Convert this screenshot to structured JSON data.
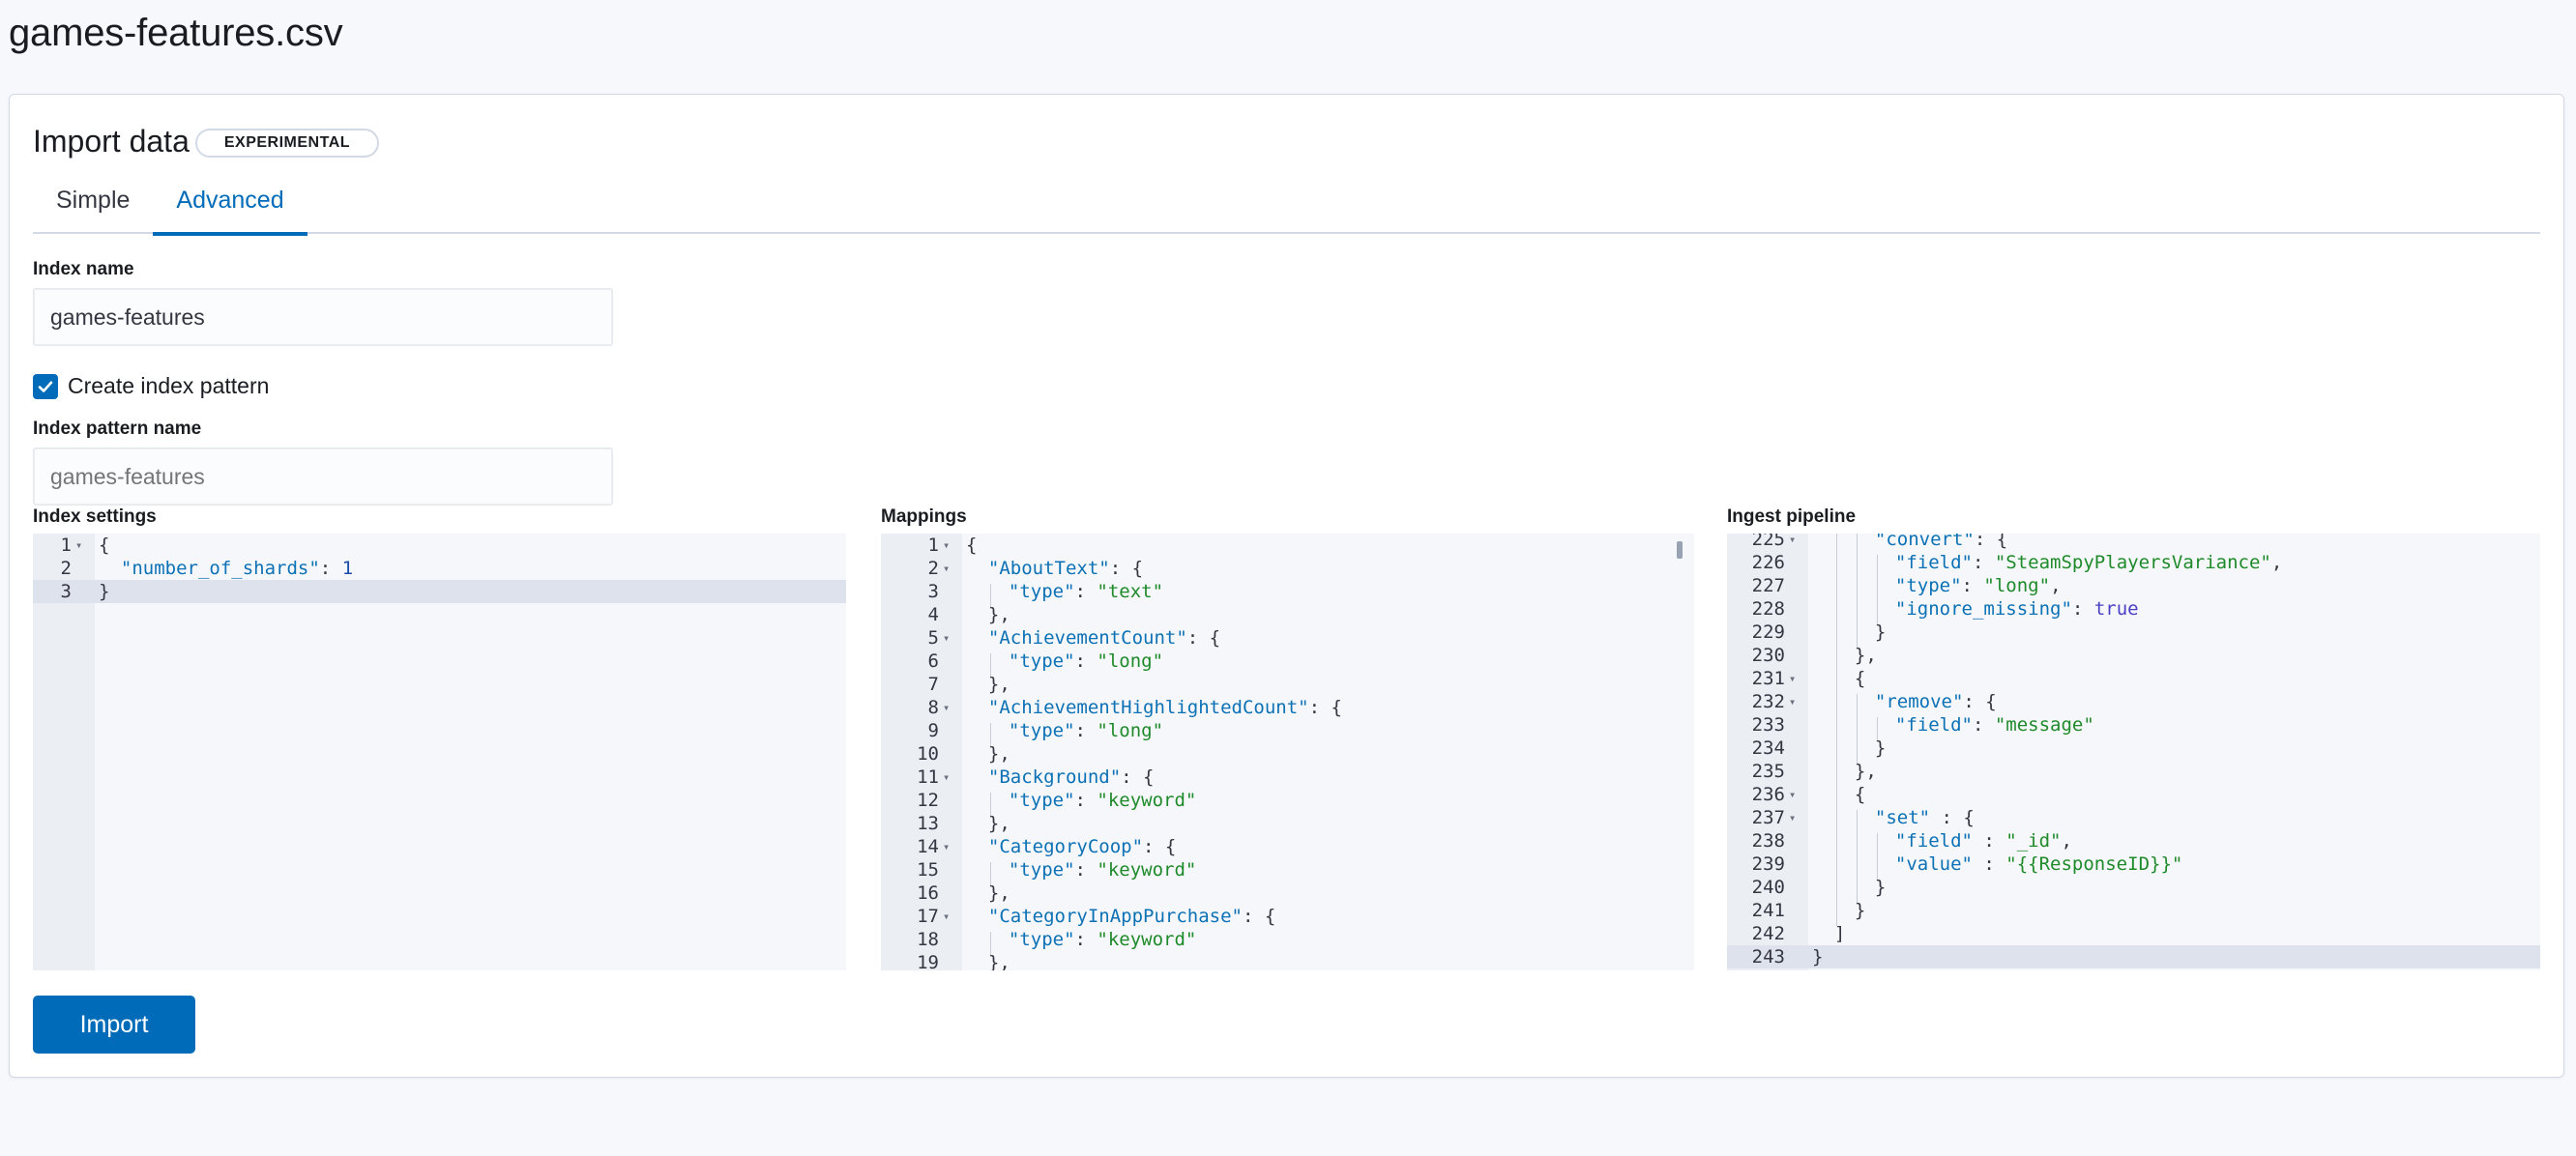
{
  "page": {
    "title": "games-features.csv"
  },
  "import": {
    "heading": "Import data",
    "badge": "EXPERIMENTAL",
    "tabs": [
      {
        "label": "Simple",
        "active": false
      },
      {
        "label": "Advanced",
        "active": true
      }
    ],
    "index_name": {
      "label": "Index name",
      "value": "games-features"
    },
    "create_index_pattern": {
      "label": "Create index pattern",
      "checked": true
    },
    "index_pattern_name": {
      "label": "Index pattern name",
      "placeholder": "games-features"
    },
    "button_label": "Import"
  },
  "editors": [
    {
      "label": "Index settings",
      "active_line": 3,
      "lines": [
        {
          "n": "1",
          "fold": true,
          "text": "{"
        },
        {
          "n": "2",
          "fold": false,
          "text": "  \"number_of_shards\": 1"
        },
        {
          "n": "3",
          "fold": false,
          "text": "}"
        }
      ]
    },
    {
      "label": "Mappings",
      "active_line": null,
      "lines": [
        {
          "n": "1",
          "fold": true,
          "text": "{"
        },
        {
          "n": "2",
          "fold": true,
          "text": "  \"AboutText\": {"
        },
        {
          "n": "3",
          "fold": false,
          "text": "  | \"type\": \"text\""
        },
        {
          "n": "4",
          "fold": false,
          "text": "  },"
        },
        {
          "n": "5",
          "fold": true,
          "text": "  \"AchievementCount\": {"
        },
        {
          "n": "6",
          "fold": false,
          "text": "  | \"type\": \"long\""
        },
        {
          "n": "7",
          "fold": false,
          "text": "  },"
        },
        {
          "n": "8",
          "fold": true,
          "text": "  \"AchievementHighlightedCount\": {"
        },
        {
          "n": "9",
          "fold": false,
          "text": "  | \"type\": \"long\""
        },
        {
          "n": "10",
          "fold": false,
          "text": "  },"
        },
        {
          "n": "11",
          "fold": true,
          "text": "  \"Background\": {"
        },
        {
          "n": "12",
          "fold": false,
          "text": "  | \"type\": \"keyword\""
        },
        {
          "n": "13",
          "fold": false,
          "text": "  },"
        },
        {
          "n": "14",
          "fold": true,
          "text": "  \"CategoryCoop\": {"
        },
        {
          "n": "15",
          "fold": false,
          "text": "  | \"type\": \"keyword\""
        },
        {
          "n": "16",
          "fold": false,
          "text": "  },"
        },
        {
          "n": "17",
          "fold": true,
          "text": "  \"CategoryInAppPurchase\": {"
        },
        {
          "n": "18",
          "fold": false,
          "text": "  | \"type\": \"keyword\""
        },
        {
          "n": "19",
          "fold": false,
          "text": "  },"
        }
      ]
    },
    {
      "label": "Ingest pipeline",
      "active_line": 243,
      "lines": [
        {
          "n": "225",
          "fold": true,
          "text": "  | | \"convert\": {"
        },
        {
          "n": "226",
          "fold": false,
          "text": "  | | | \"field\": \"SteamSpyPlayersVariance\","
        },
        {
          "n": "227",
          "fold": false,
          "text": "  | | | \"type\": \"long\","
        },
        {
          "n": "228",
          "fold": false,
          "text": "  | | | \"ignore_missing\": true"
        },
        {
          "n": "229",
          "fold": false,
          "text": "  | | }"
        },
        {
          "n": "230",
          "fold": false,
          "text": "  | },"
        },
        {
          "n": "231",
          "fold": true,
          "text": "  | {"
        },
        {
          "n": "232",
          "fold": true,
          "text": "  | | \"remove\": {"
        },
        {
          "n": "233",
          "fold": false,
          "text": "  | | | \"field\": \"message\""
        },
        {
          "n": "234",
          "fold": false,
          "text": "  | | }"
        },
        {
          "n": "235",
          "fold": false,
          "text": "  | },"
        },
        {
          "n": "236",
          "fold": true,
          "text": "  | {"
        },
        {
          "n": "237",
          "fold": true,
          "text": "  | | \"set\" : {"
        },
        {
          "n": "238",
          "fold": false,
          "text": "  | | | \"field\" : \"_id\","
        },
        {
          "n": "239",
          "fold": false,
          "text": "  | | | \"value\" : \"{{ResponseID}}\""
        },
        {
          "n": "240",
          "fold": false,
          "text": "  | | }"
        },
        {
          "n": "241",
          "fold": false,
          "text": "  | }"
        },
        {
          "n": "242",
          "fold": false,
          "text": "  ]"
        },
        {
          "n": "243",
          "fold": false,
          "text": "}"
        }
      ]
    }
  ]
}
